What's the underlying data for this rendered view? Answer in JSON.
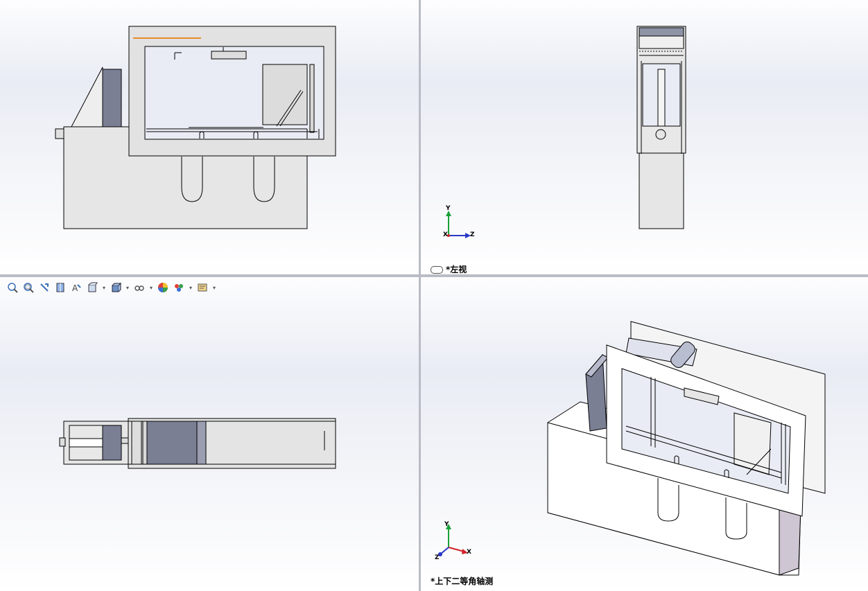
{
  "views": {
    "front": {
      "label": ""
    },
    "left": {
      "label": "*左视"
    },
    "top": {
      "label": ""
    },
    "iso": {
      "label": "*上下二等角轴测"
    }
  },
  "triad": {
    "x": "X",
    "y": "Y",
    "z": "Z"
  },
  "toolbar": {
    "icons": [
      "zoom-to-fit-icon",
      "zoom-area-icon",
      "previous-view-icon",
      "section-view-icon",
      "dynamic-annotation-icon",
      "view-orientation-icon",
      "display-style-icon",
      "hide-show-items-icon",
      "edit-appearance-icon",
      "apply-scene-icon",
      "view-settings-icon"
    ]
  },
  "colors": {
    "accent_orange": "#e88a2a",
    "part_fill": "#e4e4e4",
    "dark_panel": "#7b7f94",
    "axis_red": "#d2232a",
    "axis_green": "#1aa038",
    "axis_blue": "#2a36c8"
  }
}
